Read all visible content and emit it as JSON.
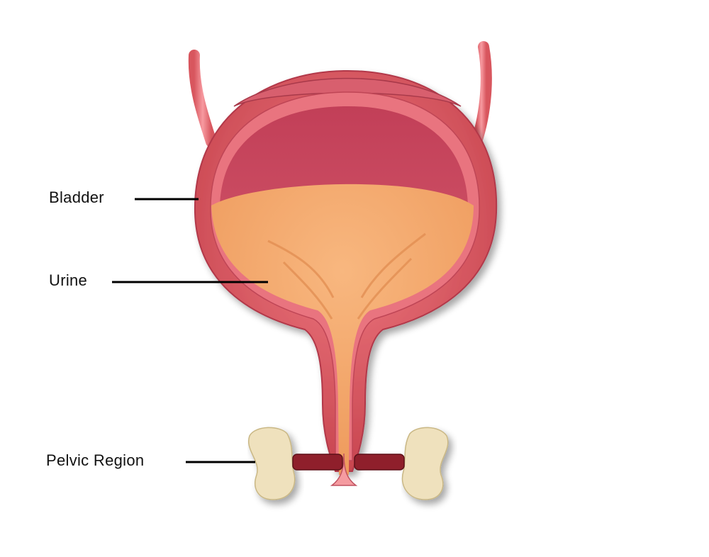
{
  "labels": {
    "bladder": "Bladder",
    "urine": "Urine",
    "pelvic_region": "Pelvic Region"
  },
  "colors": {
    "wall": "#e0626f",
    "wall_dark": "#b83b4c",
    "interior_top": "#c84a5e",
    "urine": "#f2a468",
    "bone": "#efe1bd",
    "leader_line": "#000000"
  }
}
